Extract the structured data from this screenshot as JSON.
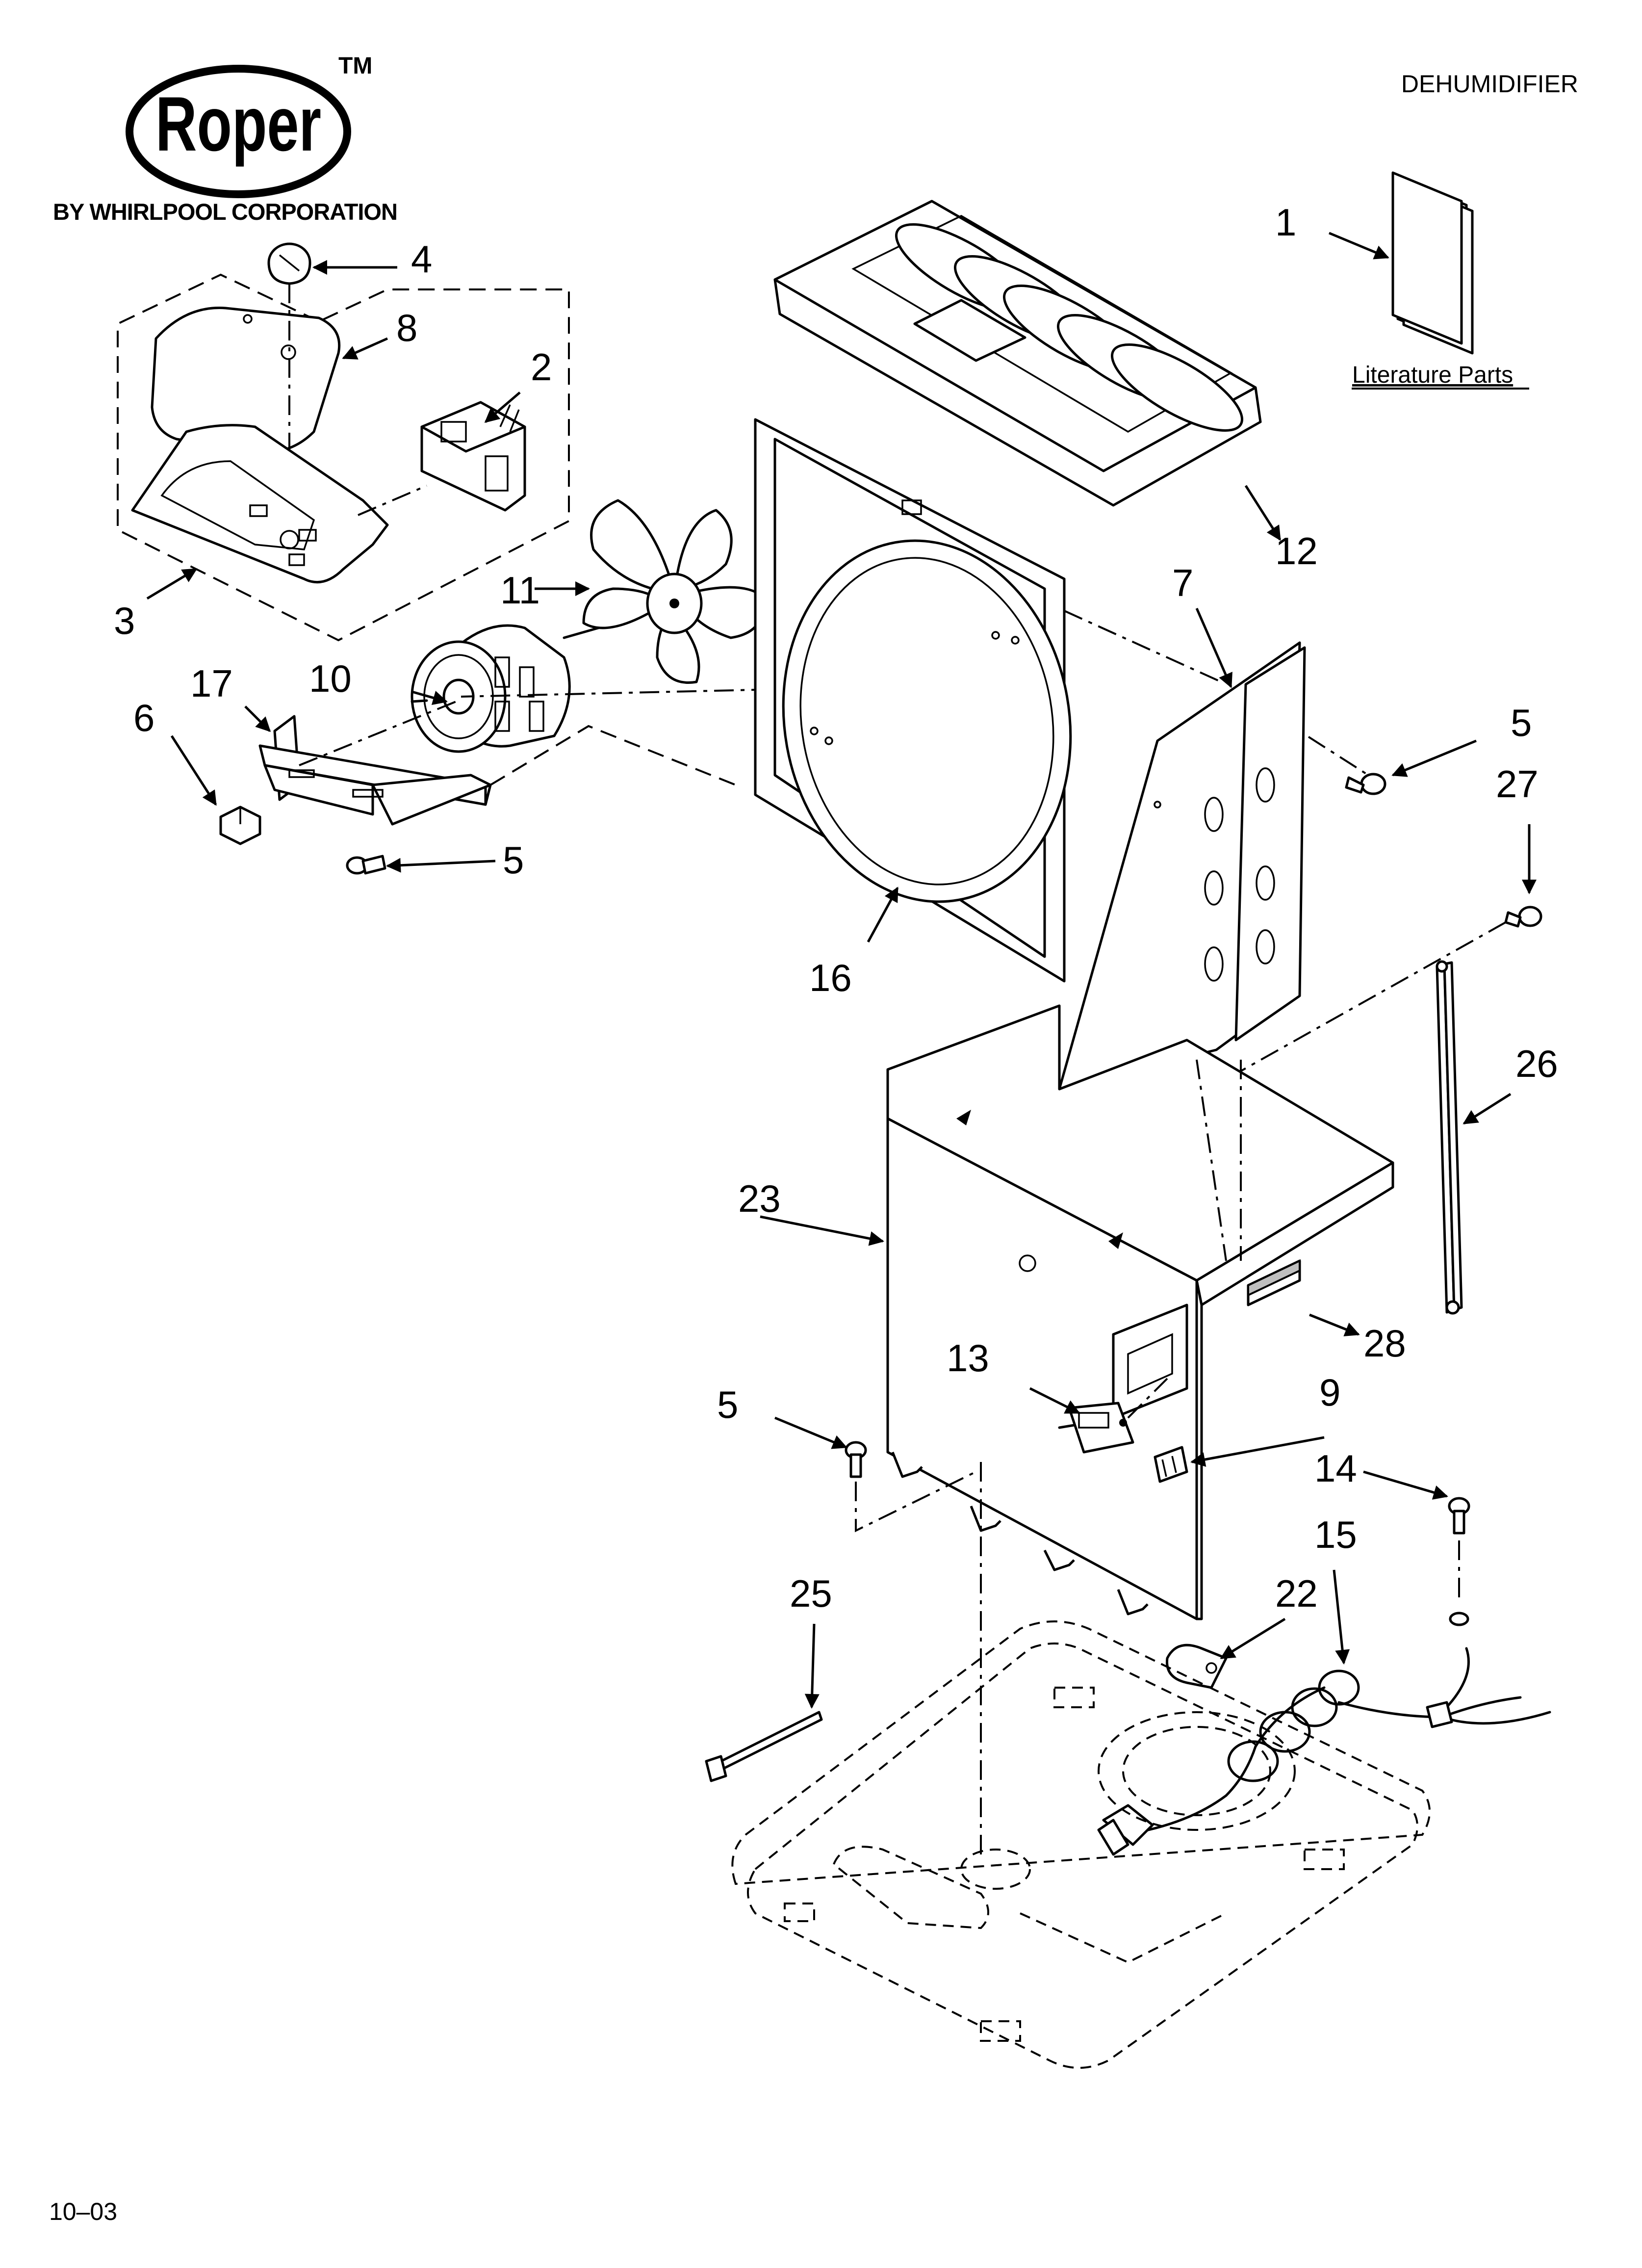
{
  "page": {
    "section_title": "DEHUMIDIFIER",
    "date_code": "10–03"
  },
  "brand": {
    "logo_text": "Roper",
    "trademark": "TM",
    "byline": "BY WHIRLPOOL CORPORATION"
  },
  "literature": {
    "label": "Literature Parts"
  },
  "callouts": {
    "c1": "1",
    "c2": "2",
    "c3": "3",
    "c4": "4",
    "c5a": "5",
    "c5b": "5",
    "c5c": "5",
    "c6": "6",
    "c7": "7",
    "c8": "8",
    "c9": "9",
    "c10": "10",
    "c11": "11",
    "c12": "12",
    "c13": "13",
    "c14": "14",
    "c15": "15",
    "c16": "16",
    "c17": "17",
    "c22": "22",
    "c23": "23",
    "c25": "25",
    "c26": "26",
    "c27": "27",
    "c28": "28"
  }
}
